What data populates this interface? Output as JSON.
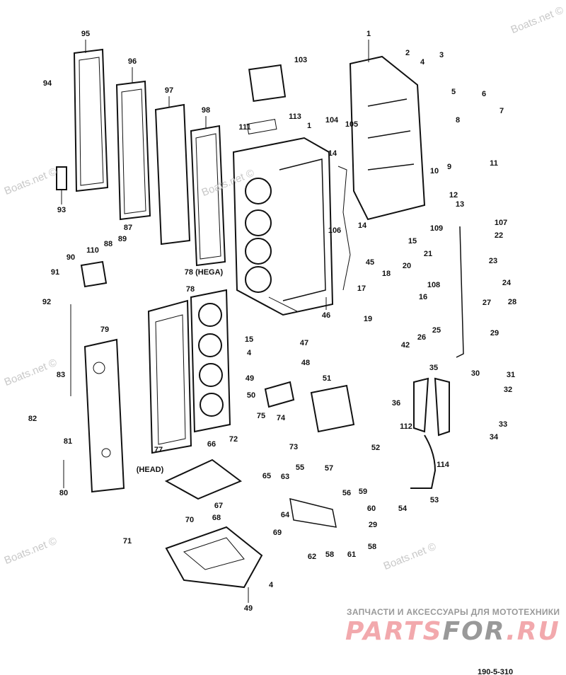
{
  "watermark": "Boats.net ©",
  "branding": {
    "tagline": "ЗАПЧАСТИ И АКСЕССУАРЫ ДЛЯ МОТОТЕХНИКИ",
    "logo_part1": "PARTS",
    "logo_part2": "FOR",
    "logo_part3": ".RU",
    "accent": "#f2a9ad"
  },
  "figure_code": "190-5-310",
  "labels": [
    "1",
    "2",
    "4",
    "3",
    "5",
    "6",
    "8",
    "7",
    "9",
    "10",
    "11",
    "12",
    "13",
    "103",
    "95",
    "96",
    "97",
    "98",
    "94",
    "93",
    "113",
    "111",
    "1",
    "104",
    "105",
    "14",
    "14",
    "106",
    "45",
    "46",
    "87",
    "110",
    "88",
    "89",
    "90",
    "91",
    "92",
    "78 (HEGA)",
    "78",
    "79",
    "83",
    "82",
    "81",
    "80",
    "77",
    "(HEAD)",
    "15",
    "4",
    "47",
    "49",
    "48",
    "50",
    "51",
    "52",
    "75",
    "74",
    "72",
    "73",
    "66",
    "107",
    "22",
    "109",
    "15",
    "21",
    "23",
    "20",
    "18",
    "108",
    "24",
    "17",
    "16",
    "19",
    "27",
    "28",
    "25",
    "26",
    "42",
    "29",
    "35",
    "30",
    "31",
    "32",
    "36",
    "112",
    "33",
    "34",
    "114",
    "53",
    "54",
    "55",
    "57",
    "65",
    "63",
    "56",
    "59",
    "64",
    "60",
    "29",
    "58",
    "62",
    "58",
    "61",
    "67",
    "68",
    "70",
    "69",
    "71",
    "4",
    "49"
  ]
}
